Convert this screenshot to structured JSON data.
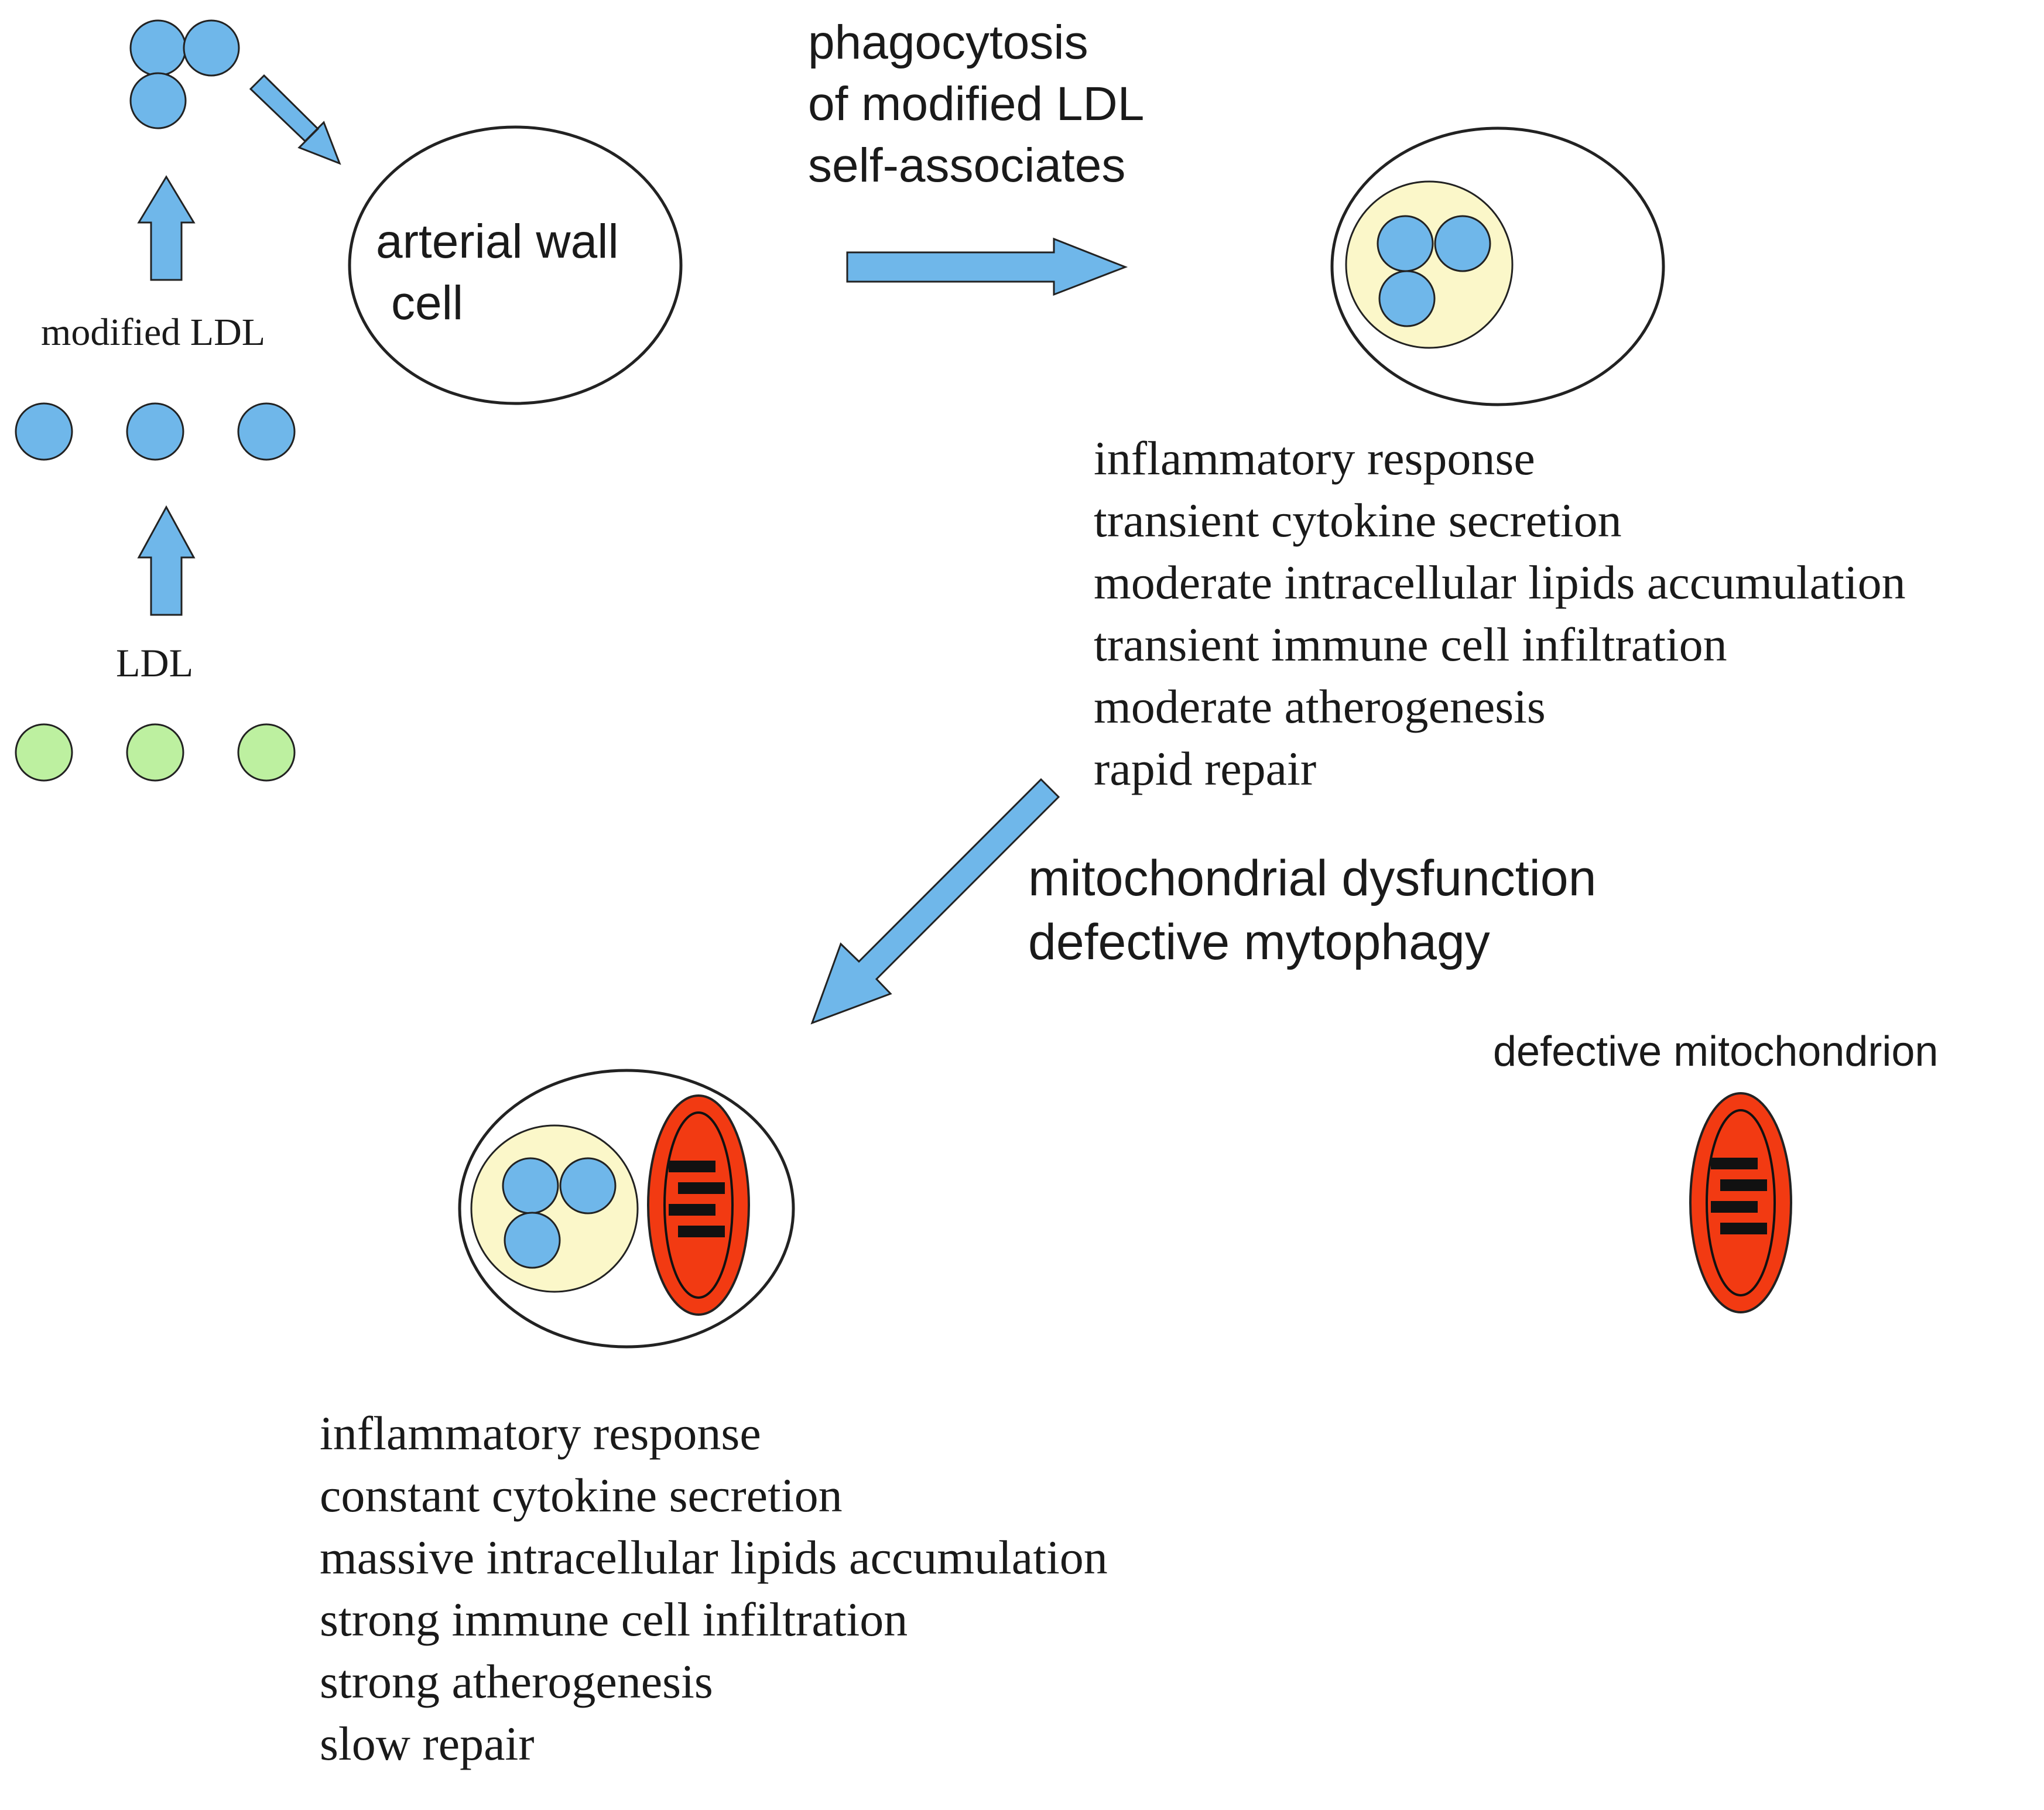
{
  "labels": {
    "modified_ldl": "modified LDL",
    "ldl": "LDL",
    "cell_line1": "arterial wall",
    "cell_line2": "cell",
    "phago_line1": "phagocytosis",
    "phago_line2": "of modified LDL",
    "phago_line3": "self-associates",
    "mito_line1": "mitochondrial dysfunction",
    "mito_line2": "defective mytophagy",
    "defective_mito": "defective mitochondrion"
  },
  "outcomes_moderate": [
    "inflammatory response",
    "transient cytokine secretion",
    "moderate intracellular lipids accumulation",
    "transient immune cell infiltration",
    "moderate atherogenesis",
    "rapid repair"
  ],
  "outcomes_strong": [
    "inflammatory response",
    "constant cytokine secretion",
    "massive intracellular lipids accumulation",
    "strong immune cell infiltration",
    "strong atherogenesis",
    "slow repair"
  ],
  "colors": {
    "modified_ldl": "#6fb7ea",
    "native_ldl": "#bdf0a0",
    "vesicle": "#fbf7c9",
    "arrow": "#6fb7ea",
    "mitochondrion": "#f23a12",
    "cristae": "#111111",
    "outline": "#222222"
  }
}
